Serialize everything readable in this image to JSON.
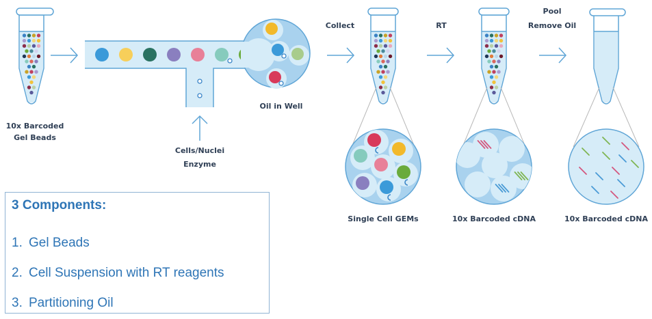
{
  "steps": {
    "gel_beads_label": [
      "10x Barcoded",
      "Gel Beads"
    ],
    "cells_label": [
      "Cells/Nuclei",
      "Enzyme"
    ],
    "oil_label": "Oil in Well",
    "collect_label": "Collect",
    "rt_label": "RT",
    "pool_label": [
      "Pool",
      "Remove Oil"
    ],
    "gems_label": "Single Cell GEMs",
    "cdna_label_1": "10x Barcoded cDNA",
    "cdna_label_2": "10x Barcoded cDNA"
  },
  "channel_beads": [
    "#3b9ad9",
    "#f7cf5a",
    "#2a7262",
    "#8a7fbf",
    "#e88098",
    "#86cbbd",
    "#6aab3c"
  ],
  "well_beads": [
    "#f2b92a",
    "#3b9ad9",
    "#a8cc8c",
    "#d83a5a"
  ],
  "tube_bead_palette": [
    "#3b82c4",
    "#2a7262",
    "#c9a227",
    "#c0415f",
    "#a99bd0",
    "#3b9ad9",
    "#f3d77a",
    "#f2c23a",
    "#8c2e4b",
    "#b9d0a7",
    "#5a5a9a",
    "#e6a8bd",
    "#6aab3c",
    "#4a8a9a",
    "#d3d3ee",
    "#1f3557",
    "#e07a3a",
    "#bcd6ea",
    "#6b1a2a",
    "#86cbbd",
    "#d9665d",
    "#8a7fbf"
  ],
  "gem_beads": [
    "#d83a5a",
    "#f2b92a",
    "#86cbbd",
    "#e88098",
    "#6aab3c",
    "#8a7fbf",
    "#3b9ad9"
  ],
  "cdna_colors": {
    "pink": "#d4577e",
    "green": "#7fb552",
    "blue": "#4a9bd6"
  },
  "colors": {
    "outline": "#5fa5d6",
    "light_fill": "#d6ecf8",
    "mid_fill": "#a9d2ee",
    "text_dark": "#2f3f55",
    "text_accent": "#2e75b6",
    "connector": "#b9b9b9"
  },
  "components": {
    "title": "3 Components:",
    "items": [
      {
        "num": "1.",
        "label": "Gel Beads"
      },
      {
        "num": "2.",
        "label": "Cell Suspension with RT reagents"
      },
      {
        "num": "3.",
        "label": "Partitioning Oil"
      }
    ]
  }
}
